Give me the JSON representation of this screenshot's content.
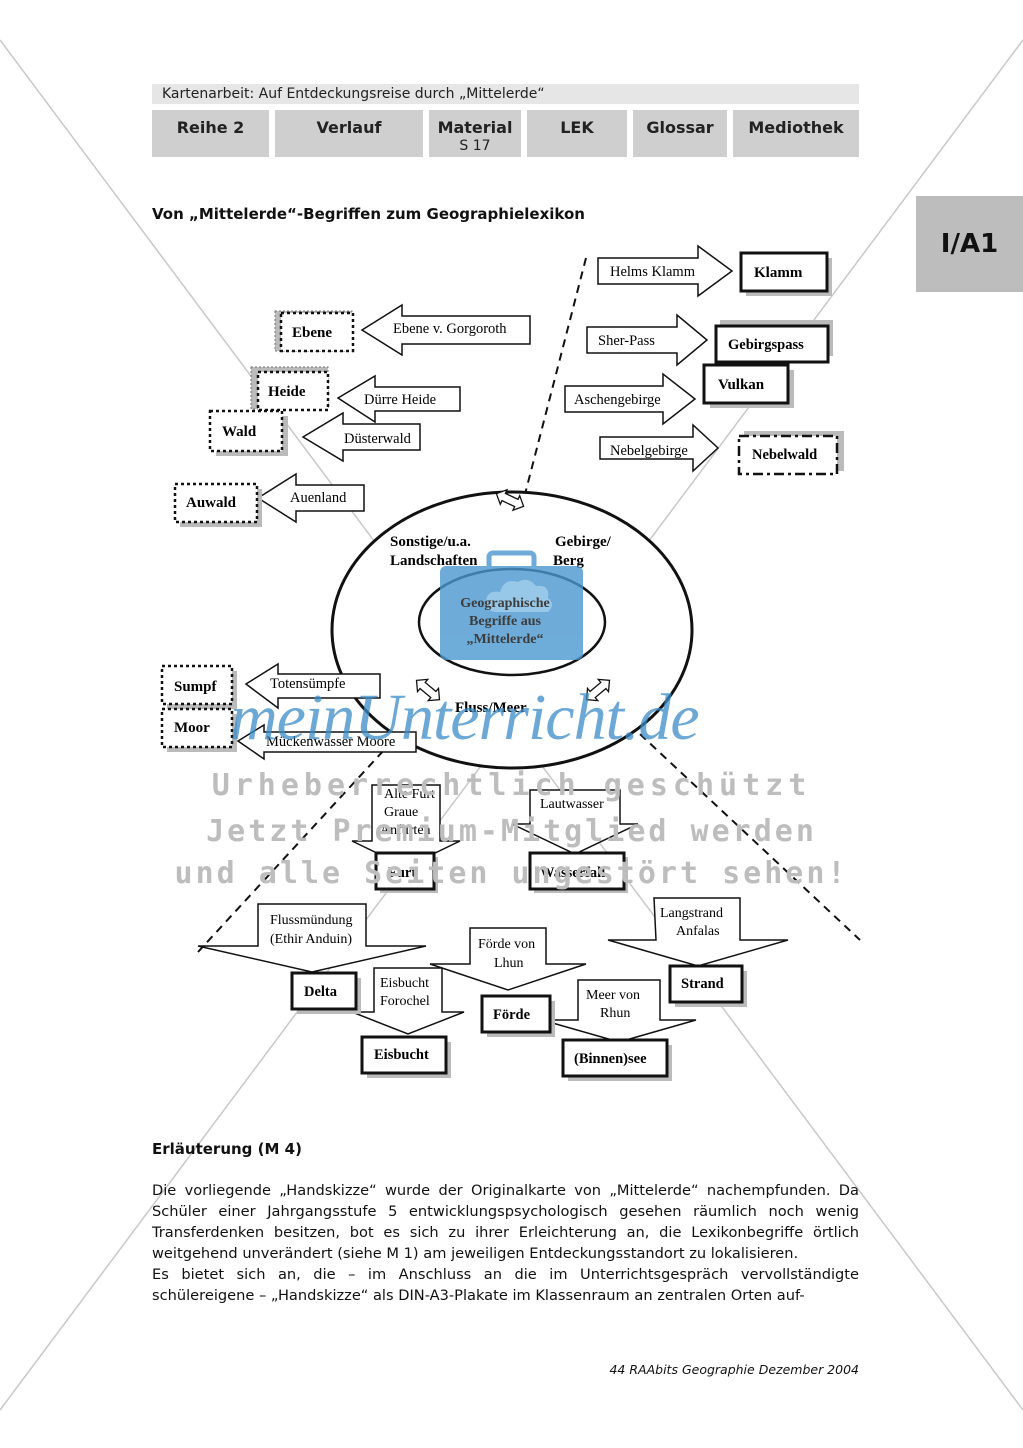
{
  "header": {
    "title": "Kartenarbeit: Auf Entdeckungsreise durch „Mittelerde“",
    "tabs": [
      {
        "label": "Reihe 2",
        "sub": ""
      },
      {
        "label": "Verlauf",
        "sub": ""
      },
      {
        "label": "Material",
        "sub": "S 17"
      },
      {
        "label": "LEK",
        "sub": ""
      },
      {
        "label": "Glossar",
        "sub": ""
      },
      {
        "label": "Mediothek",
        "sub": ""
      }
    ],
    "side_tab": "I/A1"
  },
  "section_title": "Von „Mittelerde“-Begriffen zum Geographielexikon",
  "diagram": {
    "center_outer": {
      "line1": "Sonstige/u.a.",
      "line2": "Landschaften",
      "right1": "Gebirge/",
      "right2": "Berg",
      "bottom": "Fluss/Meer"
    },
    "center_inner": {
      "line1": "Geographische",
      "line2": "Begriffe aus",
      "line3": "„Mittelerde“"
    },
    "left_pairs": [
      {
        "arrow": "Ebene v. Gorgoroth",
        "box": "Ebene"
      },
      {
        "arrow": "Dürre Heide",
        "box": "Heide"
      },
      {
        "arrow": "Düsterwald",
        "box": "Wald"
      },
      {
        "arrow": "Auenland",
        "box": "Auwald"
      },
      {
        "arrow": "Totensümpfe",
        "box": "Sumpf"
      },
      {
        "arrow": "Mückenwasser Moore",
        "box": "Moor"
      }
    ],
    "right_pairs": [
      {
        "arrow": "Helms Klamm",
        "box": "Klamm"
      },
      {
        "arrow": "Sher-Pass",
        "box": "Gebirgspass"
      },
      {
        "arrow": "Aschengebirge",
        "box": "Vulkan"
      },
      {
        "arrow": "Nebelgebirge",
        "box": "Nebelwald"
      }
    ],
    "bottom_pairs": [
      {
        "arrow_lines": [
          "Alte Furt",
          "Graue",
          "Anfurten"
        ],
        "box": "Furt"
      },
      {
        "arrow_lines": [
          "Lautwasser"
        ],
        "box": "Wasserfall"
      },
      {
        "arrow_lines": [
          "Flussmündung",
          "(Ethir Anduin)"
        ],
        "box": "Delta"
      },
      {
        "arrow_lines": [
          "Förde von",
          "Lhun"
        ],
        "box": "Förde"
      },
      {
        "arrow_lines": [
          "Langstrand",
          "Anfalas"
        ],
        "box": "Strand"
      },
      {
        "arrow_lines": [
          "Eisbucht",
          "Forochel"
        ],
        "box": "Eisbucht"
      },
      {
        "arrow_lines": [
          "Meer von",
          "Rhun"
        ],
        "box": "(Binnen)see"
      }
    ]
  },
  "watermark": {
    "logo": "meinUnterricht.de",
    "line1": "Urheberrechtlich geschützt",
    "line2": "Jetzt Premium-Mitglied werden",
    "line3": "und alle Seiten ungestört sehen!"
  },
  "explanation": {
    "title": "Erläuterung (M 4)",
    "para1": "Die vorliegende „Handskizze“ wurde der Originalkarte von „Mittelerde“ nachempfunden. Da Schüler einer Jahrgangsstufe 5 entwicklungspsychologisch gesehen räumlich noch wenig Transferdenken besitzen, bot es sich zu ihrer Erleichterung an, die Lexikonbegriffe örtlich weitgehend unverändert (siehe M 1) am jeweiligen Entdeckungsstandort zu lokalisieren.",
    "para2": "Es bietet sich an, die – im Anschluss an die im Unterrichtsgespräch vervollständigte schülereigene – „Handskizze“ als DIN-A3-Plakate im Klassenraum an zentralen Orten auf-"
  },
  "footer": "44 RAAbits Geographie Dezember 2004"
}
